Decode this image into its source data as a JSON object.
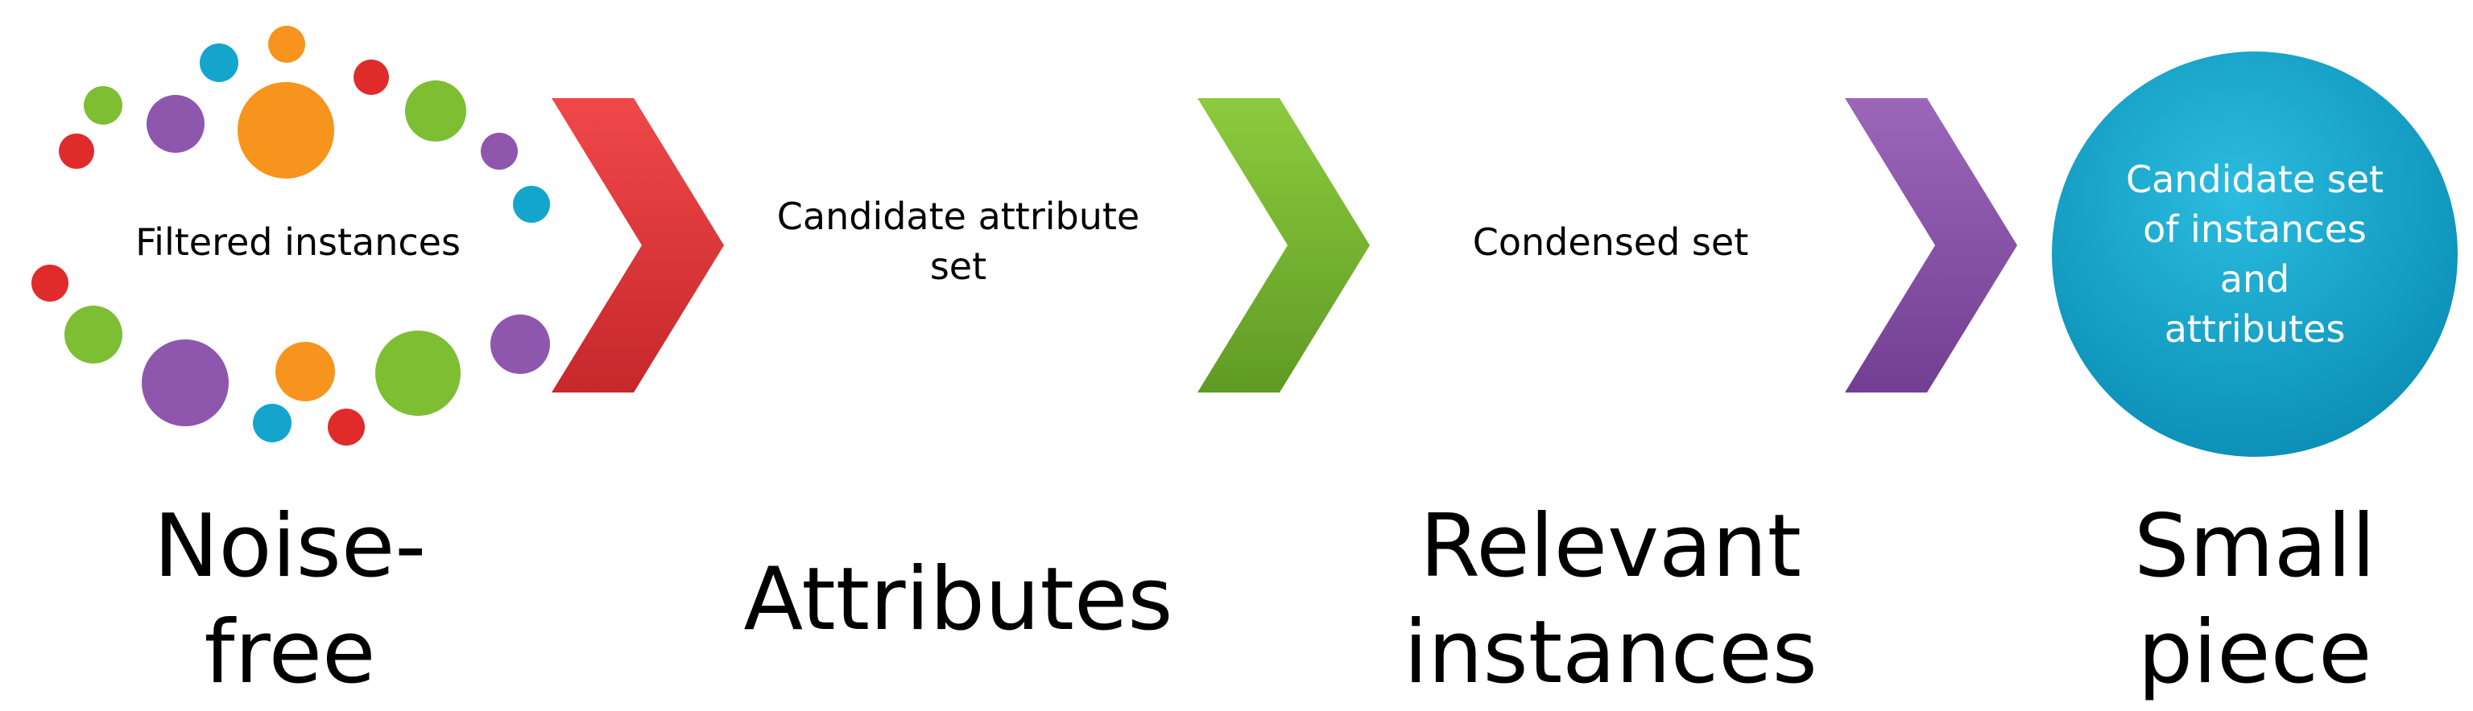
{
  "stages": [
    {
      "label": "Filtered instances",
      "caption": "Noise-\nfree",
      "color": "#E8373A"
    },
    {
      "label": "Candidate attribute\nset",
      "caption": "Attributes",
      "color": "#7DBE33"
    },
    {
      "label": "Condensed set",
      "caption": "Relevant\ninstances",
      "color": "#8F56AE"
    },
    {
      "label": "Candidate set\nof instances\nand\nattributes",
      "caption": "Small\npiece",
      "color": "#14A5CC"
    }
  ],
  "dot_palette": {
    "orange": "#F7941D",
    "purple": "#8F56AE",
    "green": "#7DBE33",
    "blue": "#14A5CC",
    "red": "#E02B2B"
  }
}
